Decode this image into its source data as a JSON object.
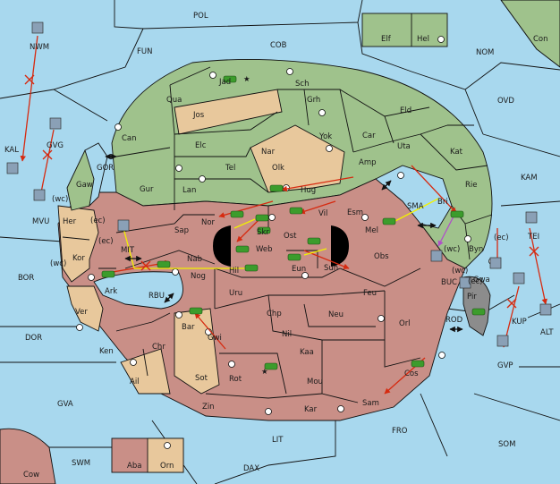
{
  "colors": {
    "sea": "#a8d8ee",
    "green": "#9fc28c",
    "tan": "#e8c89c",
    "rose": "#c98f87",
    "grey": "#8c8c8c",
    "move_red": "#d62a10",
    "support_yellow": "#f2f200",
    "convoy_purple": "#b050c8",
    "unit_green": "#3c9c2c"
  },
  "sea_labels": {
    "POL": "POL",
    "COB": "COB",
    "FUN": "FUN",
    "NWM": "NWM",
    "NOM": "NOM",
    "Con": "Con",
    "OVD": "OVD",
    "KAL": "KAL",
    "GVG": "GVG",
    "GOR": "GOR",
    "KAM": "KAM",
    "MVU": "MVU",
    "wc_mvu": "(wc)",
    "BOR": "BOR",
    "MIT": "MIT",
    "ec_mit": "(ec)",
    "TEI": "TEI",
    "ec_tei": "(ec)",
    "SMA": "SMA",
    "BUC": "BUC",
    "wc_buc": "(wc)",
    "RBU": "RBU",
    "ROD": "ROD",
    "DOR": "DOR",
    "KUP": "KUP",
    "ALT": "ALT",
    "GVP": "GVP",
    "GVA": "GVA",
    "FRO": "FRO",
    "LIT": "LIT",
    "SOM": "SOM",
    "SWM": "SWM",
    "DAX": "DAX",
    "Cow": "Cow",
    "wc_ec_a": "(wc)",
    "ec_b": "(ec)"
  },
  "land_labels": {
    "Elf": "Elf",
    "Hel": "Hel",
    "Jad": "Jad",
    "Sch": "Sch",
    "Qua": "Qua",
    "Jos": "Jos",
    "Grh": "Grh",
    "Eld": "Eld",
    "Can": "Can",
    "Yok": "Yok",
    "Car": "Car",
    "Uta": "Uta",
    "Elc": "Elc",
    "Nar": "Nar",
    "Tel": "Tel",
    "Olk": "Olk",
    "Amp": "Amp",
    "Kat": "Kat",
    "Gaw": "Gaw",
    "Gur": "Gur",
    "Lan": "Lan",
    "Hug": "Hug",
    "Rie": "Rie",
    "Bri": "Bri",
    "Her": "Her",
    "Nor": "Nor",
    "Vil": "Vil",
    "Esm": "Esm",
    "Skr": "Skr",
    "Sap": "Sap",
    "Web": "Web",
    "Ost": "Ost",
    "Mel": "Mel",
    "Byn": "Byn",
    "Kor": "Kor",
    "Nab": "Nab",
    "Obs": "Obs",
    "Eun": "Eun",
    "Sun": "Sun",
    "Gwa": "Gwa",
    "Hil": "Hil",
    "Ark": "Ark",
    "Nog": "Nog",
    "Pir": "Pir",
    "Uru": "Uru",
    "Feu": "Feu",
    "Ver": "Ver",
    "Chp": "Chp",
    "Neu": "Neu",
    "Bar": "Bar",
    "Orl": "Orl",
    "Gwi": "Gwi",
    "Nil": "Nil",
    "Ken": "Ken",
    "Chr": "Chr",
    "Kaa": "Kaa",
    "Sot": "Sot",
    "Ail": "Ail",
    "Rot": "Rot",
    "Mou": "Mou",
    "Cos": "Cos",
    "Zin": "Zin",
    "Kar": "Kar",
    "Sam": "Sam",
    "Aba": "Aba",
    "Orn": "Orn",
    "wc_kor": "(wc)",
    "ec_her": "(ec)"
  }
}
